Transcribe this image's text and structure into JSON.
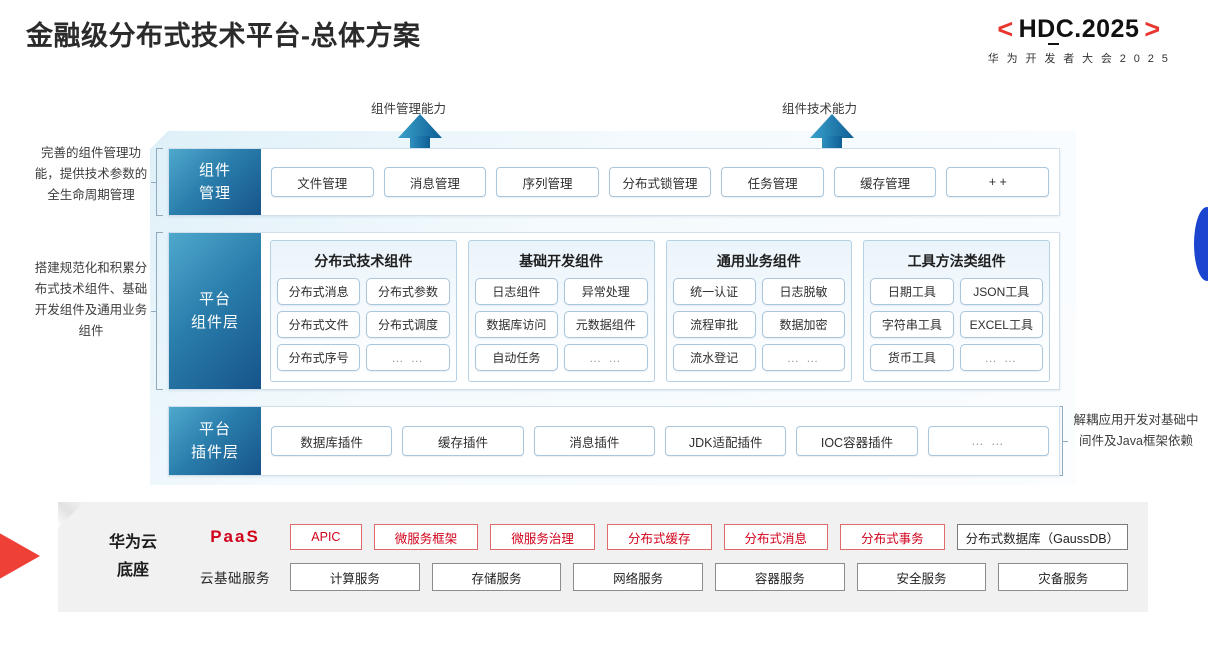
{
  "header": {
    "title": "金融级分布式技术平台-总体方案",
    "logo_left_bracket": "<",
    "logo_text": "HDC.2025",
    "logo_right_bracket": ">",
    "logo_sub": "华 为 开 发 者 大 会 2 0 2 5"
  },
  "annotations": {
    "arrow_left_label": "组件管理能力",
    "arrow_right_label": "组件技术能力",
    "left_note_1": "完善的组件管理功能，提供技术参数的全生命周期管理",
    "left_note_2": "搭建规范化和积累分布式技术组件、基础开发组件及通用业务组件",
    "right_note_1": "解耦应用开发对基础中间件及Java框架依赖"
  },
  "colors": {
    "accent_blue": "#1d5a8c",
    "accent_light_blue": "#4fa8cd",
    "accent_red": "#d0021b",
    "brand_red": "#e8352e",
    "decor_blue": "#1b45cf"
  },
  "component_management": {
    "label": "组件\n管理",
    "label_lines": [
      "组件",
      "管理"
    ],
    "items": [
      "文件管理",
      "消息管理",
      "序列管理",
      "分布式锁管理",
      "任务管理",
      "缓存管理",
      "+ +"
    ]
  },
  "platform_component_layer": {
    "label_lines": [
      "平台",
      "组件层"
    ],
    "groups": [
      {
        "title": "分布式技术组件",
        "items": [
          "分布式消息",
          "分布式参数",
          "分布式文件",
          "分布式调度",
          "分布式序号",
          "… …"
        ]
      },
      {
        "title": "基础开发组件",
        "items": [
          "日志组件",
          "异常处理",
          "数据库访问",
          "元数据组件",
          "自动任务",
          "… …"
        ]
      },
      {
        "title": "通用业务组件",
        "items": [
          "统一认证",
          "日志脱敏",
          "流程审批",
          "数据加密",
          "流水登记",
          "… …"
        ]
      },
      {
        "title": "工具方法类组件",
        "items": [
          "日期工具",
          "JSON工具",
          "字符串工具",
          "EXCEL工具",
          "货币工具",
          "… …"
        ]
      }
    ]
  },
  "platform_plugin_layer": {
    "label_lines": [
      "平台",
      "插件层"
    ],
    "items": [
      "数据库插件",
      "缓存插件",
      "消息插件",
      "JDK适配插件",
      "IOC容器插件",
      "… …"
    ]
  },
  "huawei_cloud_base": {
    "label_lines": [
      "华为云",
      "底座"
    ],
    "paas_row": {
      "key": "PaaS",
      "items": [
        {
          "label": "APIC",
          "style": "red"
        },
        {
          "label": "微服务框架",
          "style": "red"
        },
        {
          "label": "微服务治理",
          "style": "red"
        },
        {
          "label": "分布式缓存",
          "style": "red"
        },
        {
          "label": "分布式消息",
          "style": "red"
        },
        {
          "label": "分布式事务",
          "style": "red"
        },
        {
          "label": "分布式数据库（GaussDB）",
          "style": "neutral"
        }
      ]
    },
    "cloud_row": {
      "key": "云基础服务",
      "items": [
        "计算服务",
        "存储服务",
        "网络服务",
        "容器服务",
        "安全服务",
        "灾备服务"
      ]
    }
  }
}
